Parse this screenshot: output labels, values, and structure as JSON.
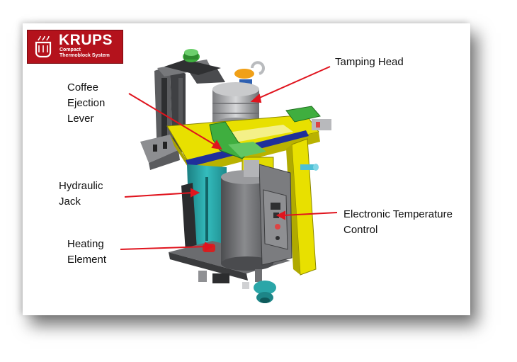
{
  "logo": {
    "brand": "KRUPS",
    "subtitle_line1": "Compact",
    "subtitle_line2": "Thermoblock System",
    "colors": {
      "background": "#b4121c",
      "text": "#ffffff"
    }
  },
  "labels": {
    "tamping_head": [
      "Tamping Head"
    ],
    "coffee_ejection_lever": [
      "Coffee",
      "Ejection",
      "Lever"
    ],
    "hydraulic_jack": [
      "Hydraulic",
      "Jack"
    ],
    "heating_element": [
      "Heating",
      "Element"
    ],
    "electronic_temperature_control": [
      "Electronic Temperature",
      "Control"
    ]
  },
  "colors": {
    "arrow": "#e0141e",
    "frame_yellow": "#e8e000",
    "green_parts": "#3fae3f",
    "teal_jack": "#2aa6a8",
    "gray_body": "#6f7073",
    "blue_trim": "#1f2f9a"
  }
}
